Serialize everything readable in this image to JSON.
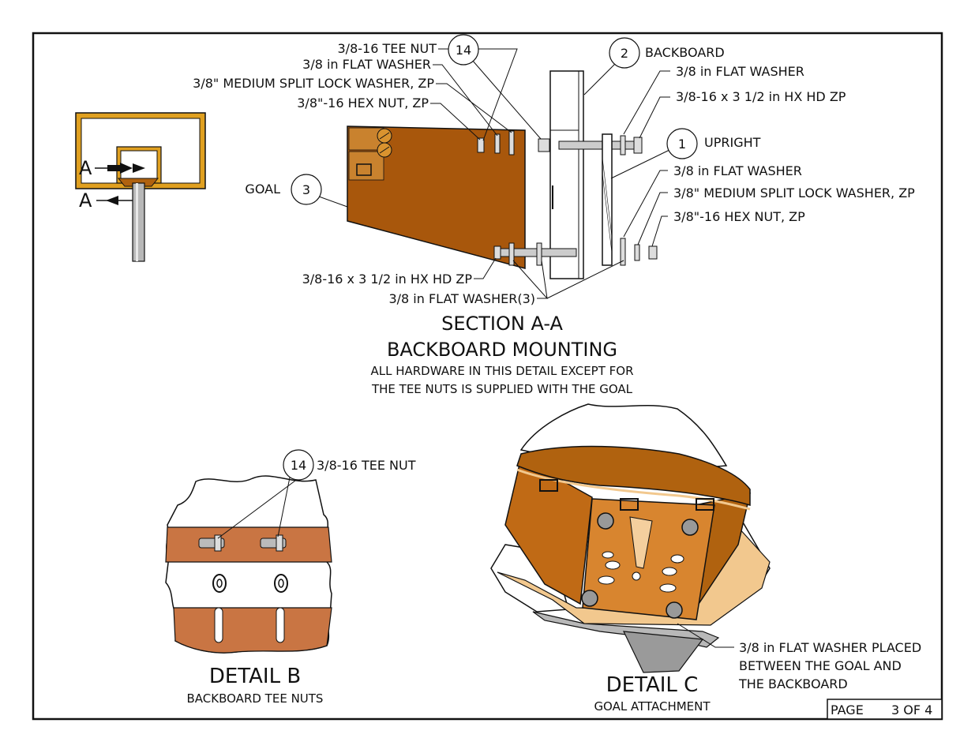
{
  "colors": {
    "wood": "#b0620f",
    "wood_light": "#d48a3a",
    "yellow_rim": "#e0a020",
    "gray": "#a8a8a8",
    "peach": "#f2c88e",
    "outline": "#111111"
  },
  "thumbnail": {
    "section_letter_top": "A",
    "section_letter_bottom": "A"
  },
  "section_a": {
    "title": "SECTION A-A",
    "subtitle": "BACKBOARD MOUNTING",
    "note_line1": "ALL HARDWARE IN THIS DETAIL EXCEPT FOR",
    "note_line2": "THE TEE NUTS IS SUPPLIED WITH THE GOAL",
    "callouts": {
      "tee_nut": "3/8-16 TEE NUT",
      "flat_washer_left": "3/8 in FLAT WASHER",
      "lock_washer_left": "3/8\" MEDIUM SPLIT LOCK WASHER, ZP",
      "hex_nut_left": "3/8\"-16 HEX NUT, ZP",
      "goal": "GOAL",
      "backboard": "BACKBOARD",
      "flat_washer_right_top": "3/8 in FLAT WASHER",
      "bolt_right_top": "3/8-16 x 3 1/2 in HX HD ZP",
      "upright": "UPRIGHT",
      "flat_washer_right_bottom": "3/8 in FLAT WASHER",
      "lock_washer_right": "3/8\" MEDIUM SPLIT LOCK WASHER, ZP",
      "hex_nut_right": "3/8\"-16 HEX NUT, ZP",
      "bolt_bottom": "3/8-16 x 3 1/2 in HX HD ZP",
      "flat_washer_3": "3/8 in FLAT WASHER(3)"
    },
    "balloons": {
      "tee_nut": "14",
      "backboard": "2",
      "upright": "1",
      "goal": "3"
    }
  },
  "detail_b": {
    "title": "DETAIL  B",
    "subtitle": "BACKBOARD TEE NUTS",
    "balloon": "14",
    "callout": "3/8-16 TEE NUT"
  },
  "detail_c": {
    "title": "DETAIL  C",
    "subtitle": "GOAL ATTACHMENT",
    "note_line1": "3/8 in FLAT WASHER PLACED",
    "note_line2": "BETWEEN THE GOAL AND",
    "note_line3": "THE BACKBOARD"
  },
  "title_block": {
    "page_label": "PAGE",
    "page_value": "3 OF 4"
  }
}
